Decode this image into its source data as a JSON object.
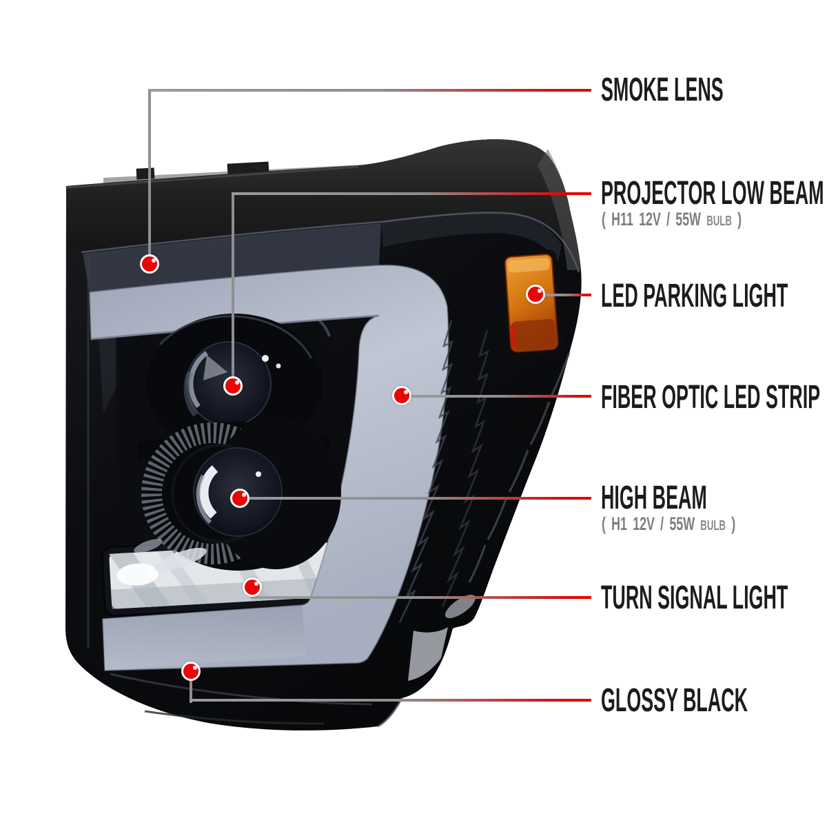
{
  "page": {
    "type": "product-callout-diagram",
    "subject": "projector headlight",
    "background": "#ffffff"
  },
  "colors": {
    "callout_red": "#e60000",
    "callout_line_gray": "#8f8f8f",
    "label_text": "#1c1c1c",
    "sub_text": "#7d7d7d",
    "led_strip_gray": "#aeb5c4",
    "amber_marker": "#cf6912",
    "housing_black": "#0d0e10"
  },
  "callouts": [
    {
      "id": "smoke-lens",
      "label": "SMOKE LENS"
    },
    {
      "id": "projector-low-beam",
      "label": "PROJECTOR LOW BEAM",
      "sub_prefix": "( H11  12V / 55W",
      "sub_bulb": "BULB",
      "sub_close": ")"
    },
    {
      "id": "led-parking-light",
      "label": "LED PARKING LIGHT"
    },
    {
      "id": "fiber-optic-led-strip",
      "label": "FIBER OPTIC LED STRIP"
    },
    {
      "id": "high-beam",
      "label": "HIGH BEAM",
      "sub_prefix": "( H1  12V / 55W",
      "sub_bulb": "BULB",
      "sub_close": ")"
    },
    {
      "id": "turn-signal-light",
      "label": "TURN SIGNAL LIGHT"
    },
    {
      "id": "glossy-black",
      "label": "GLOSSY BLACK"
    }
  ]
}
